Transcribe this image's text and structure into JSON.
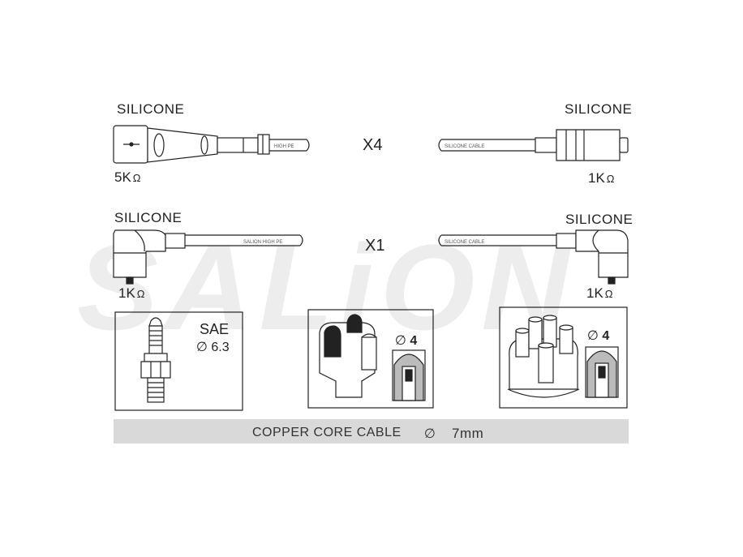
{
  "watermark": "SALiON",
  "rows": {
    "top": {
      "left_label": "SILICONE",
      "right_label": "SILICONE",
      "quantity": "X4",
      "left_resistance": "5K",
      "right_resistance": "1K",
      "cable_print_left": "HIGH PE",
      "cable_print_right": "SILICONE CABLE"
    },
    "bottom": {
      "left_label": "SILICONE",
      "right_label": "SILICONE",
      "quantity": "X1",
      "left_resistance": "1K",
      "right_resistance": "1K",
      "cable_print_left": "SALION HIGH PE",
      "cable_print_right": "SILICONE CABLE"
    }
  },
  "ohm_symbol": "Ω",
  "diameter_symbol": "∅",
  "boxes": {
    "spark_plug": {
      "standard": "SAE",
      "diameter": "6.3"
    },
    "cap_a": {
      "diameter": "4"
    },
    "cap_b": {
      "diameter": "4"
    }
  },
  "footer": {
    "label": "COPPER CORE CABLE",
    "value": "7mm"
  }
}
